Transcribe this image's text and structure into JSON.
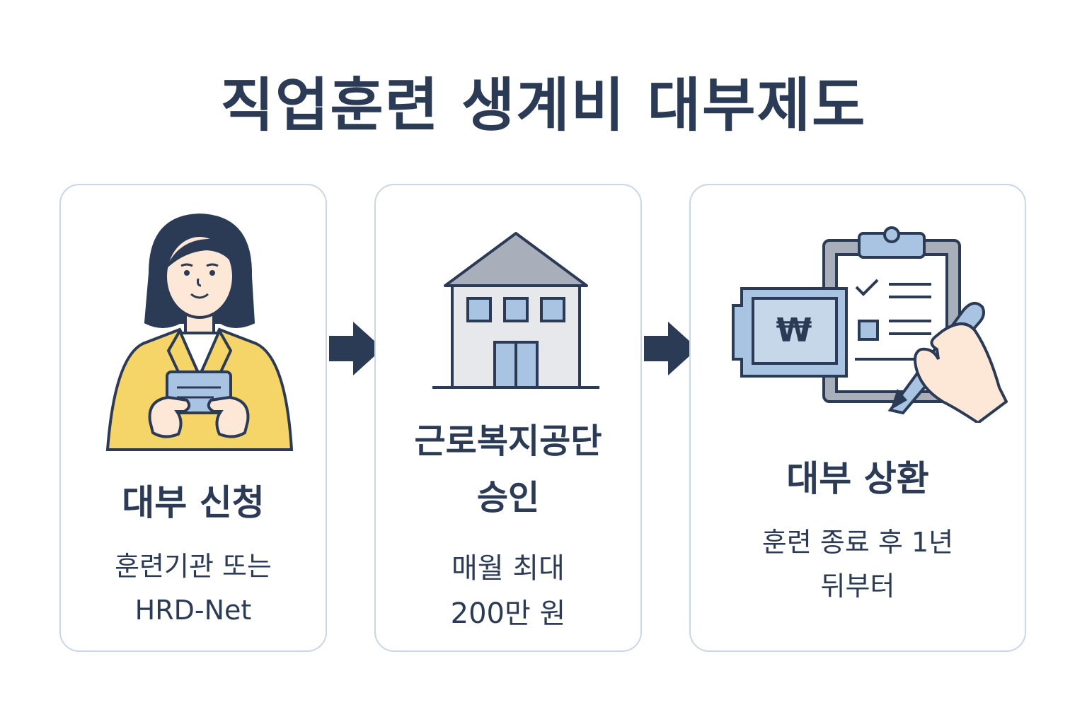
{
  "title": "직업훈련 생계비 대부제도",
  "steps": [
    {
      "heading_lines": [
        "대부 신청"
      ],
      "detail_lines": [
        "훈련기관 또는",
        "HRD-Net"
      ],
      "icon": "woman-holding-card-icon"
    },
    {
      "heading_lines": [
        "근로복지공단",
        "승인"
      ],
      "detail_lines": [
        "매월 최대",
        "200만 원"
      ],
      "icon": "building-icon"
    },
    {
      "heading_lines": [
        "대부 상환"
      ],
      "detail_lines": [
        "훈련 종료 후 1년",
        "뒤부터"
      ],
      "icon": "banknote-clipboard-icon",
      "currency_symbol": "₩"
    }
  ],
  "colors": {
    "navy": "#2b3a55",
    "card_border": "#c9d6e6",
    "jacket_yellow": "#f5d468",
    "light_blue": "#a9c3e2",
    "roof_gray": "#a8afbb"
  }
}
